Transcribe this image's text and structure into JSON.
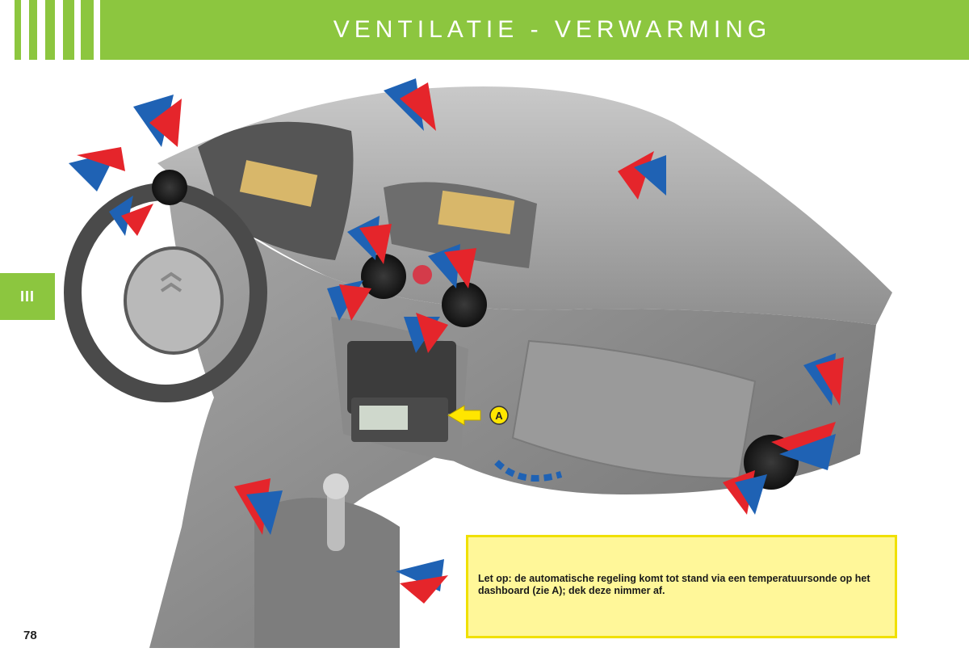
{
  "header": {
    "title": "VENTILATIE - VERWARMING"
  },
  "chapter": {
    "label": "III"
  },
  "illustration": {
    "callout_label": "A",
    "colors": {
      "cold": "#1f62b4",
      "warm": "#e5252b",
      "pointer": "#ffe600",
      "brand": "#8cc63f"
    }
  },
  "note": {
    "text": "Let op: de automatische regeling komt tot stand via een temperatuursonde op het dashboard (zie A); dek deze nimmer af."
  },
  "page": {
    "number": "78"
  }
}
